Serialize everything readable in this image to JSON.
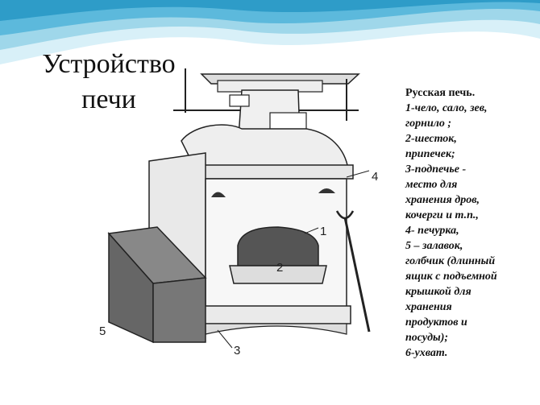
{
  "title": {
    "line1": "Устройство",
    "line2": "печи"
  },
  "caption": {
    "heading": "Русская печь.",
    "lines": [
      "1-чело, сало, зев,",
      "горнило ;",
      "2-шесток,",
      "припечек;",
      " 3-подпечье -",
      "место для",
      "хранения дров,",
      "кочерги и т.п.,",
      " 4- печурка,",
      "5 – залавок,",
      "голбчик (длинный",
      "ящик с подъемной",
      "крышкой для",
      "хранения",
      "продуктов и",
      "посуды);",
      "6-ухват."
    ]
  },
  "labels": {
    "n1": "1",
    "n2": "2",
    "n3": "3",
    "n4": "4",
    "n5": "5"
  },
  "colors": {
    "wave_light": "#cfeaf4",
    "wave_mid": "#8fd0e6",
    "wave_dark": "#4fb3d6",
    "ink": "#222222"
  }
}
